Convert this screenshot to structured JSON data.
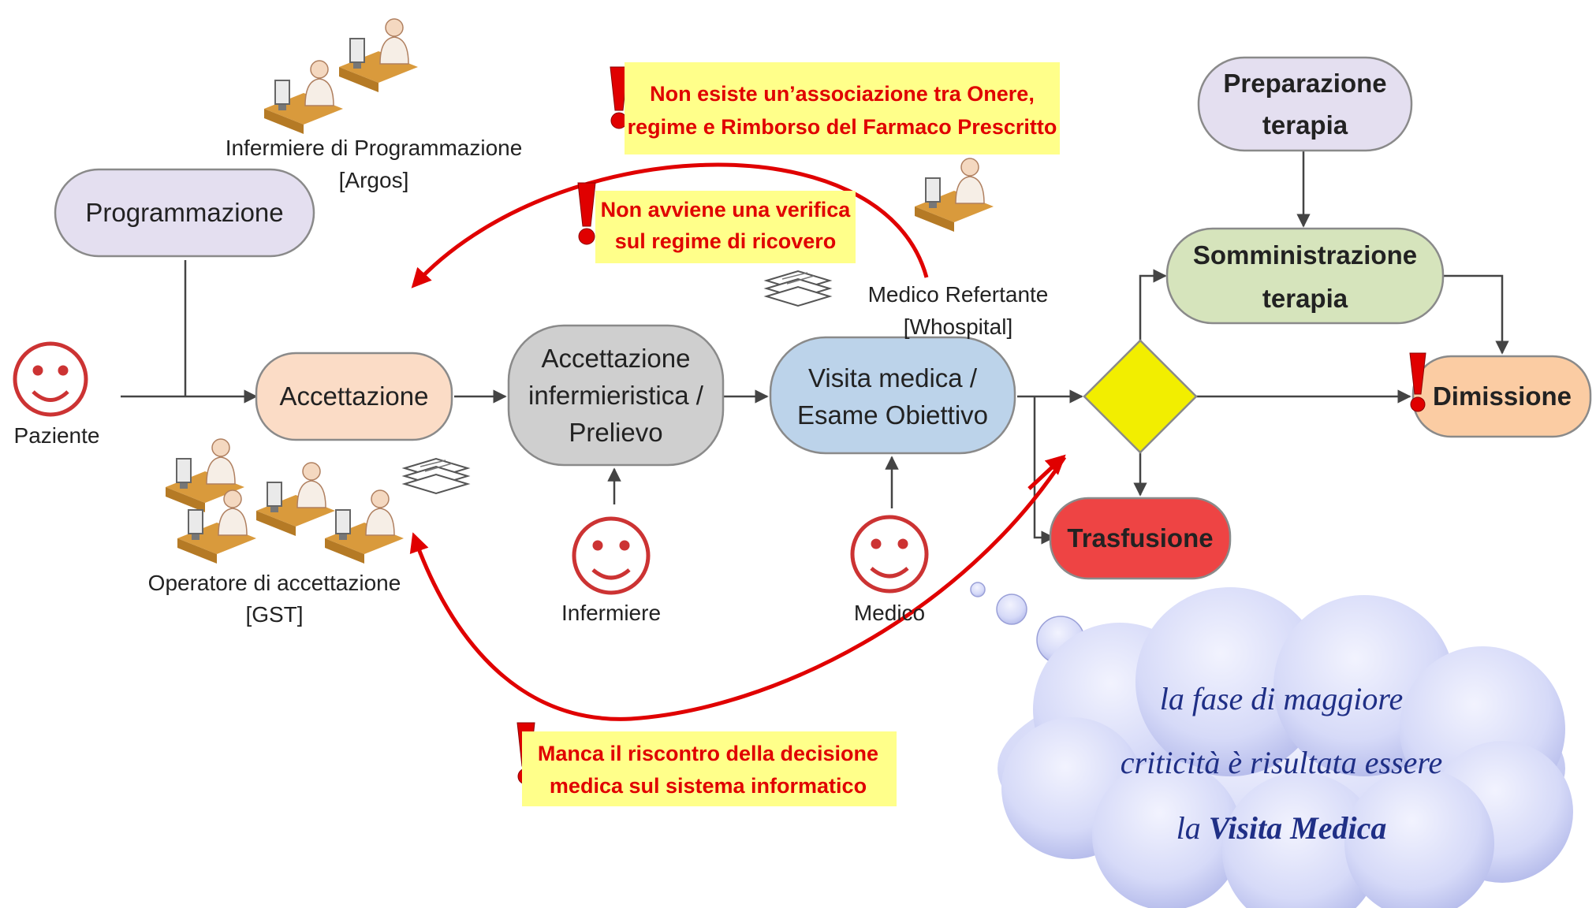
{
  "nodes": {
    "programmazione": "Programmazione",
    "accettazione": "Accettazione",
    "acc_inf": [
      "Accettazione",
      "infermieristica /",
      "Prelievo"
    ],
    "visita": [
      "Visita medica /",
      "Esame Obiettivo"
    ],
    "preparazione": [
      "Preparazione",
      "terapia"
    ],
    "somministrazione": [
      "Somministrazione",
      "terapia"
    ],
    "dimissione": "Dimissione",
    "trasfusione": "Trasfusione"
  },
  "actors": {
    "paziente": "Paziente",
    "infermiere": "Infermiere",
    "medico": "Medico",
    "inf_programmazione": [
      "Infermiere di Programmazione",
      "[Argos]"
    ],
    "operatore": [
      "Operatore di accettazione",
      "[GST]"
    ],
    "medico_refertante": [
      "Medico Refertante",
      "[Whospital]"
    ]
  },
  "warnings": {
    "onere": [
      "Non esiste un’associazione tra Onere,",
      "regime e Rimborso del Farmaco Prescritto"
    ],
    "verifica": [
      "Non avviene una verifica",
      "sul regime di ricovero"
    ],
    "riscontro": [
      "Manca il riscontro della decisione",
      "medica sul sistema informatico"
    ]
  },
  "callout": {
    "line1": "la fase di maggiore",
    "line2": "criticità è risultata essere",
    "line3_prefix": "la",
    "line3_em": "Visita Medica"
  },
  "colors": {
    "programmazione": "#e4dff0",
    "accettazione": "#fbdcc6",
    "acc_inf": "#cfcfcf",
    "visita": "#bcd3ea",
    "preparazione": "#e4dff0",
    "somministrazione": "#d6e4bc",
    "dimissione": "#fbcca3",
    "trasfusione": "#ee4444",
    "decision": "#f2ee00",
    "warning_bg": "#ffff8a",
    "warning_text": "#e00000",
    "arrow_red": "#e00000",
    "cloud": "#d9dcf8",
    "smiley": "#cc3333"
  }
}
